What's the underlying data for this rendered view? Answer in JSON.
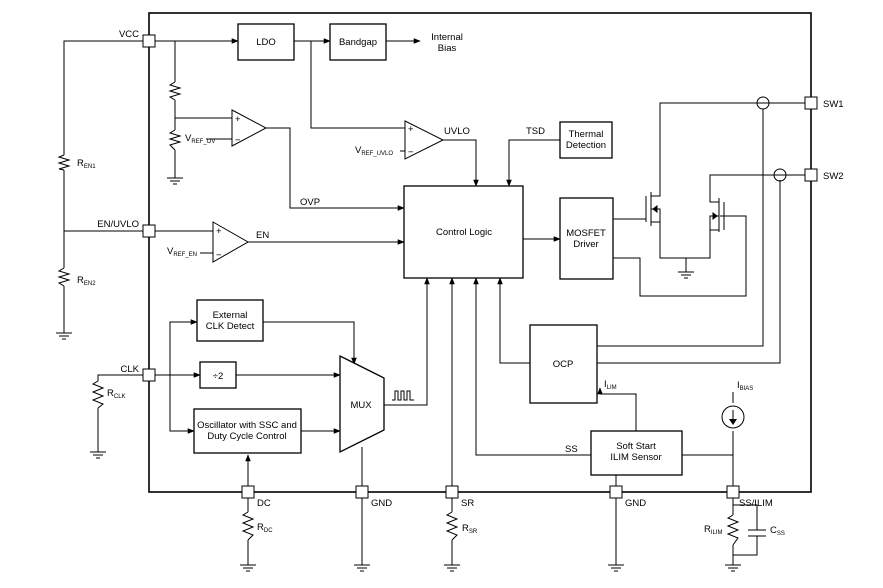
{
  "pins": {
    "vcc": "VCC",
    "en_uvlo": "EN/UVLO",
    "clk": "CLK",
    "sw1": "SW1",
    "sw2": "SW2",
    "dc": "DC",
    "gnd_mux": "GND",
    "sr": "SR",
    "gnd_softstart": "GND",
    "ss_ilim": "SS/ILIM"
  },
  "blocks": {
    "ldo": "LDO",
    "bandgap": "Bandgap",
    "internal_bias_line1": "Internal",
    "internal_bias_line2": "Bias",
    "thermal_line1": "Thermal",
    "thermal_line2": "Detection",
    "control_logic": "Control Logic",
    "mosfet_line1": "MOSFET",
    "mosfet_line2": "Driver",
    "ext_clk_line1": "External",
    "ext_clk_line2": "CLK Detect",
    "divider": "÷2",
    "osc_line1": "Oscillator with SSC and",
    "osc_line2": "Duty Cycle Control",
    "mux": "MUX",
    "ocp": "OCP",
    "softstart_line1": "Soft Start",
    "softstart_line2": "ILIM Sensor"
  },
  "signals": {
    "uvlo": "UVLO",
    "tsd": "TSD",
    "ovp": "OVP",
    "en": "EN",
    "ss": "SS",
    "ilim_main": "I",
    "ilim_sub": "LIM",
    "ibias_main": "I",
    "ibias_sub": "BIAS"
  },
  "refs": {
    "vref_ov_main": "V",
    "vref_ov_sub": "REF_OV",
    "vref_uvlo_main": "V",
    "vref_uvlo_sub": "REF_UVLO",
    "vref_en_main": "V",
    "vref_en_sub": "REF_EN"
  },
  "components": {
    "ren1_main": "R",
    "ren1_sub": "EN1",
    "ren2_main": "R",
    "ren2_sub": "EN2",
    "rclk_main": "R",
    "rclk_sub": "CLK",
    "rdc_main": "R",
    "rdc_sub": "DC",
    "rsr_main": "R",
    "rsr_sub": "SR",
    "rilim_main": "R",
    "rilim_sub": "ILIM",
    "css_main": "C",
    "css_sub": "SS"
  },
  "comparator_signs": {
    "plus": "+",
    "minus": "−"
  }
}
